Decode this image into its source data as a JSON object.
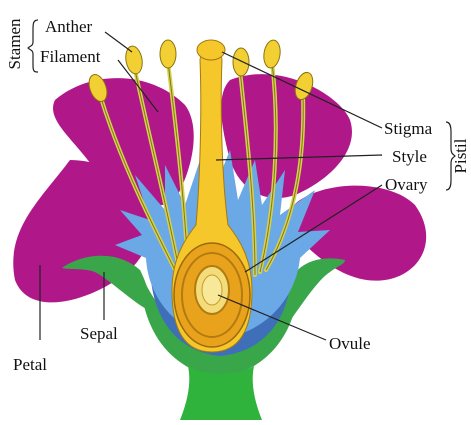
{
  "labels": {
    "anther": "Anther",
    "filament": "Filament",
    "stamen": "Stamen",
    "stigma": "Stigma",
    "style": "Style",
    "ovary": "Ovary",
    "pistil": "Pistil",
    "sepal": "Sepal",
    "petal": "Petal",
    "ovule": "Ovule"
  },
  "colors": {
    "petal": "#b0188a",
    "petal_dark": "#7a0f61",
    "sepal": "#3aa64a",
    "stem": "#2fb33c",
    "receptacle_blue": "#3f6fb8",
    "inner_blue": "#6aa8e6",
    "pistil_yellow": "#f5c72a",
    "ovary_orange": "#e9a21c",
    "ovule": "#f3dc7a",
    "anther_yellow": "#f2d033",
    "filament": "#d8d04a",
    "leader_line": "#222222"
  }
}
